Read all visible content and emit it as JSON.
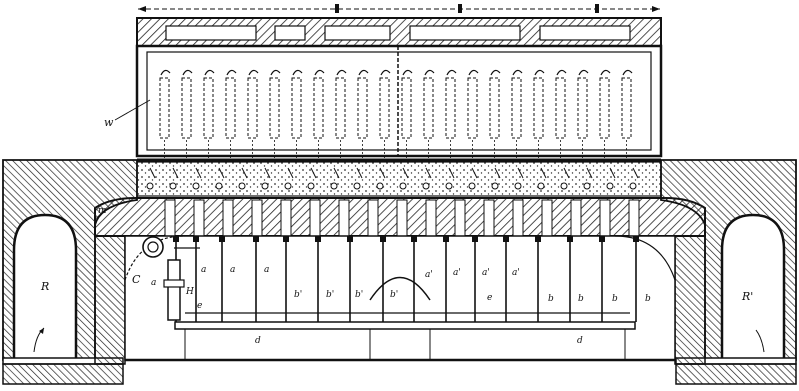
{
  "labels": {
    "w": "w",
    "R_left": "R",
    "R_right": "R'",
    "C": "C",
    "H": "H",
    "a": "a",
    "a_prime": "a'",
    "b": "b",
    "b_prime": "b'",
    "d": "d",
    "e": "e",
    "m": "m"
  },
  "colors": {
    "ink": "#151515",
    "paper": "#ffffff",
    "hatch": "#222222"
  }
}
